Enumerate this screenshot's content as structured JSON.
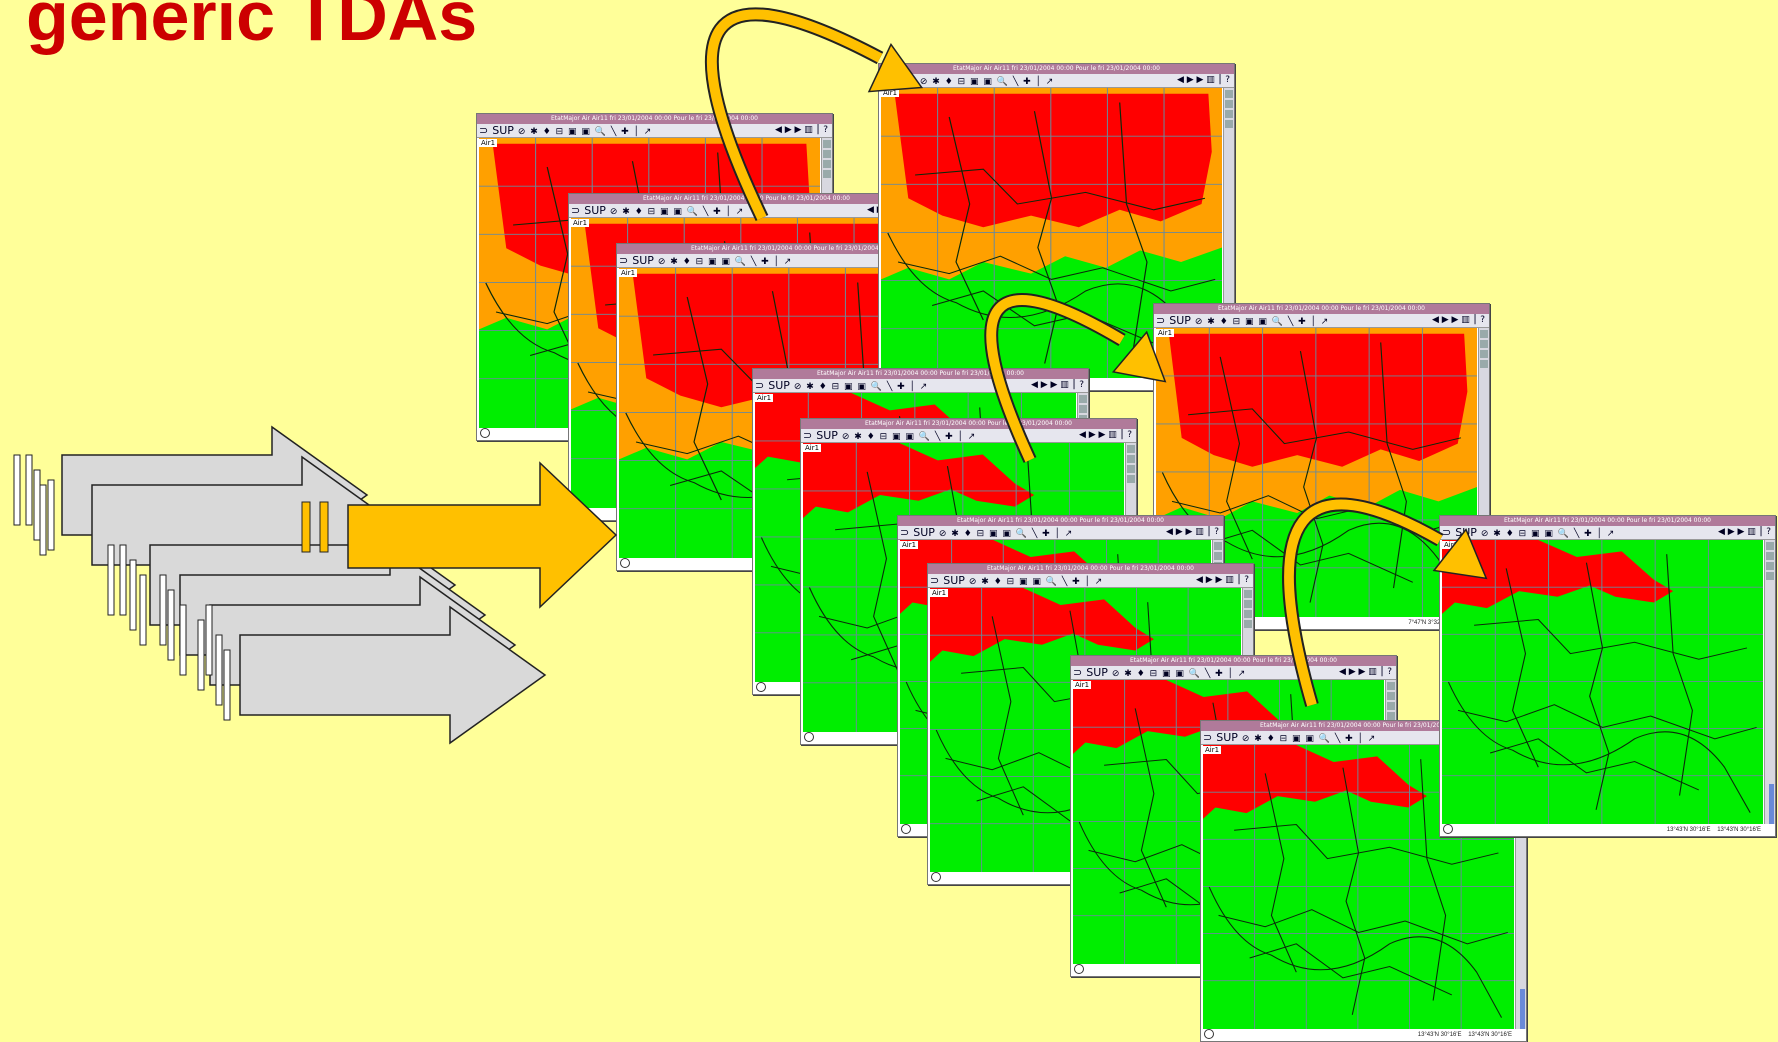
{
  "title": "generic TDAs",
  "colors": {
    "background": "#ffff99",
    "title": "#cc0000",
    "map_land": "#00ee00",
    "high_risk": "#ff0000",
    "medium_risk": "#ffa000",
    "arrow_gold": "#ffc000",
    "arrow_gray": "#d9d9d9"
  },
  "window": {
    "title_text": "EtatMajor Air Air11 fri 23/01/2004 00:00 Pour le fri 23/01/2004 00:00",
    "toolbar_label": "SUP",
    "toolbar_icons": "⊘ ✱ ♦ ⊟ ▣ ▣ 🔍 ╲ ✚ │ ↗",
    "toolbar_right": "◀ ▶ ▶ ▥ ⎮ ?",
    "layer_label": "Air1",
    "status_a": "7°47'N 3°32'W",
    "status_b": "7°47'N",
    "status_c": "13°43'N 30°16'E",
    "status_d": "13°43'N 30°16'E"
  },
  "group1": [
    {
      "shape": "sahara",
      "status": ""
    },
    {
      "shape": "sahara",
      "status": ""
    },
    {
      "shape": "sahara",
      "status": ""
    },
    {
      "shape": "sahara",
      "status": ""
    }
  ],
  "group2": [
    {
      "shape": "band",
      "status": ""
    },
    {
      "shape": "band",
      "status": ""
    },
    {
      "shape": "sahara",
      "status": "b"
    }
  ],
  "group3": [
    {
      "shape": "band",
      "status": ""
    },
    {
      "shape": "band",
      "status": ""
    },
    {
      "shape": "band",
      "status": ""
    },
    {
      "shape": "band",
      "status": "c"
    },
    {
      "shape": "band",
      "status": "c"
    }
  ]
}
